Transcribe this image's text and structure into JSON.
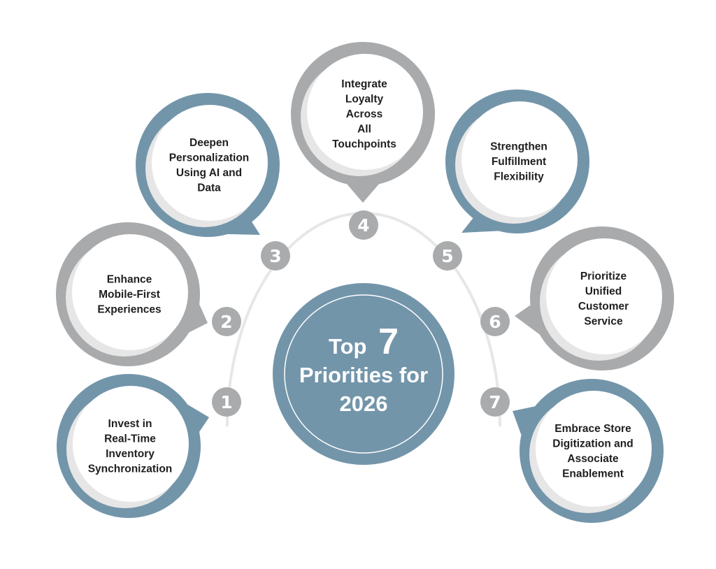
{
  "center": {
    "prefix": "Top",
    "number": "7",
    "line2": "Priorities for",
    "line3": "2026"
  },
  "priorities": [
    {
      "number": "1",
      "lines": [
        "Invest in",
        "Real-Time",
        "Inventory",
        "Synchronization"
      ]
    },
    {
      "number": "2",
      "lines": [
        "Enhance",
        "Mobile-First",
        "Experiences"
      ]
    },
    {
      "number": "3",
      "lines": [
        "Deepen",
        "Personalization",
        "Using AI and",
        "Data"
      ]
    },
    {
      "number": "4",
      "lines": [
        "Integrate",
        "Loyalty",
        "Across",
        "All",
        "Touchpoints"
      ]
    },
    {
      "number": "5",
      "lines": [
        "Strengthen",
        "Fulfillment",
        "Flexibility"
      ]
    },
    {
      "number": "6",
      "lines": [
        "Prioritize",
        "Unified",
        "Customer",
        "Service"
      ]
    },
    {
      "number": "7",
      "lines": [
        "Embrace Store",
        "Digitization and",
        "Associate",
        "Enablement"
      ]
    }
  ],
  "colors": {
    "blue": "#7395aa",
    "gray": "#a8aaac",
    "light_gray": "#e6e6e6",
    "badge": "#a9abad",
    "arc": "#e7e7e7",
    "text": "#1f1f1f",
    "white": "#ffffff"
  }
}
